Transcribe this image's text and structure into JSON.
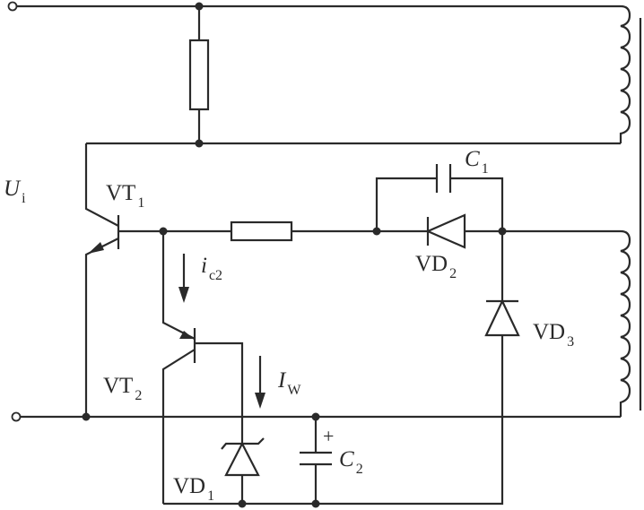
{
  "labels": {
    "ui": {
      "main": "U",
      "sub": "i"
    },
    "vt1": {
      "main": "VT",
      "sub": "1"
    },
    "vt2": {
      "main": "VT",
      "sub": "2"
    },
    "ic2": {
      "main": "i",
      "sub": "c2"
    },
    "iw": {
      "main": "I",
      "sub": "W"
    },
    "vd1": {
      "main": "VD",
      "sub": "1"
    },
    "vd2": {
      "main": "VD",
      "sub": "2"
    },
    "vd3": {
      "main": "VD",
      "sub": "3"
    },
    "c1": {
      "main": "C",
      "sub": "1"
    },
    "c2": {
      "main": "C",
      "sub": "2"
    },
    "c2_polarity": "+"
  }
}
